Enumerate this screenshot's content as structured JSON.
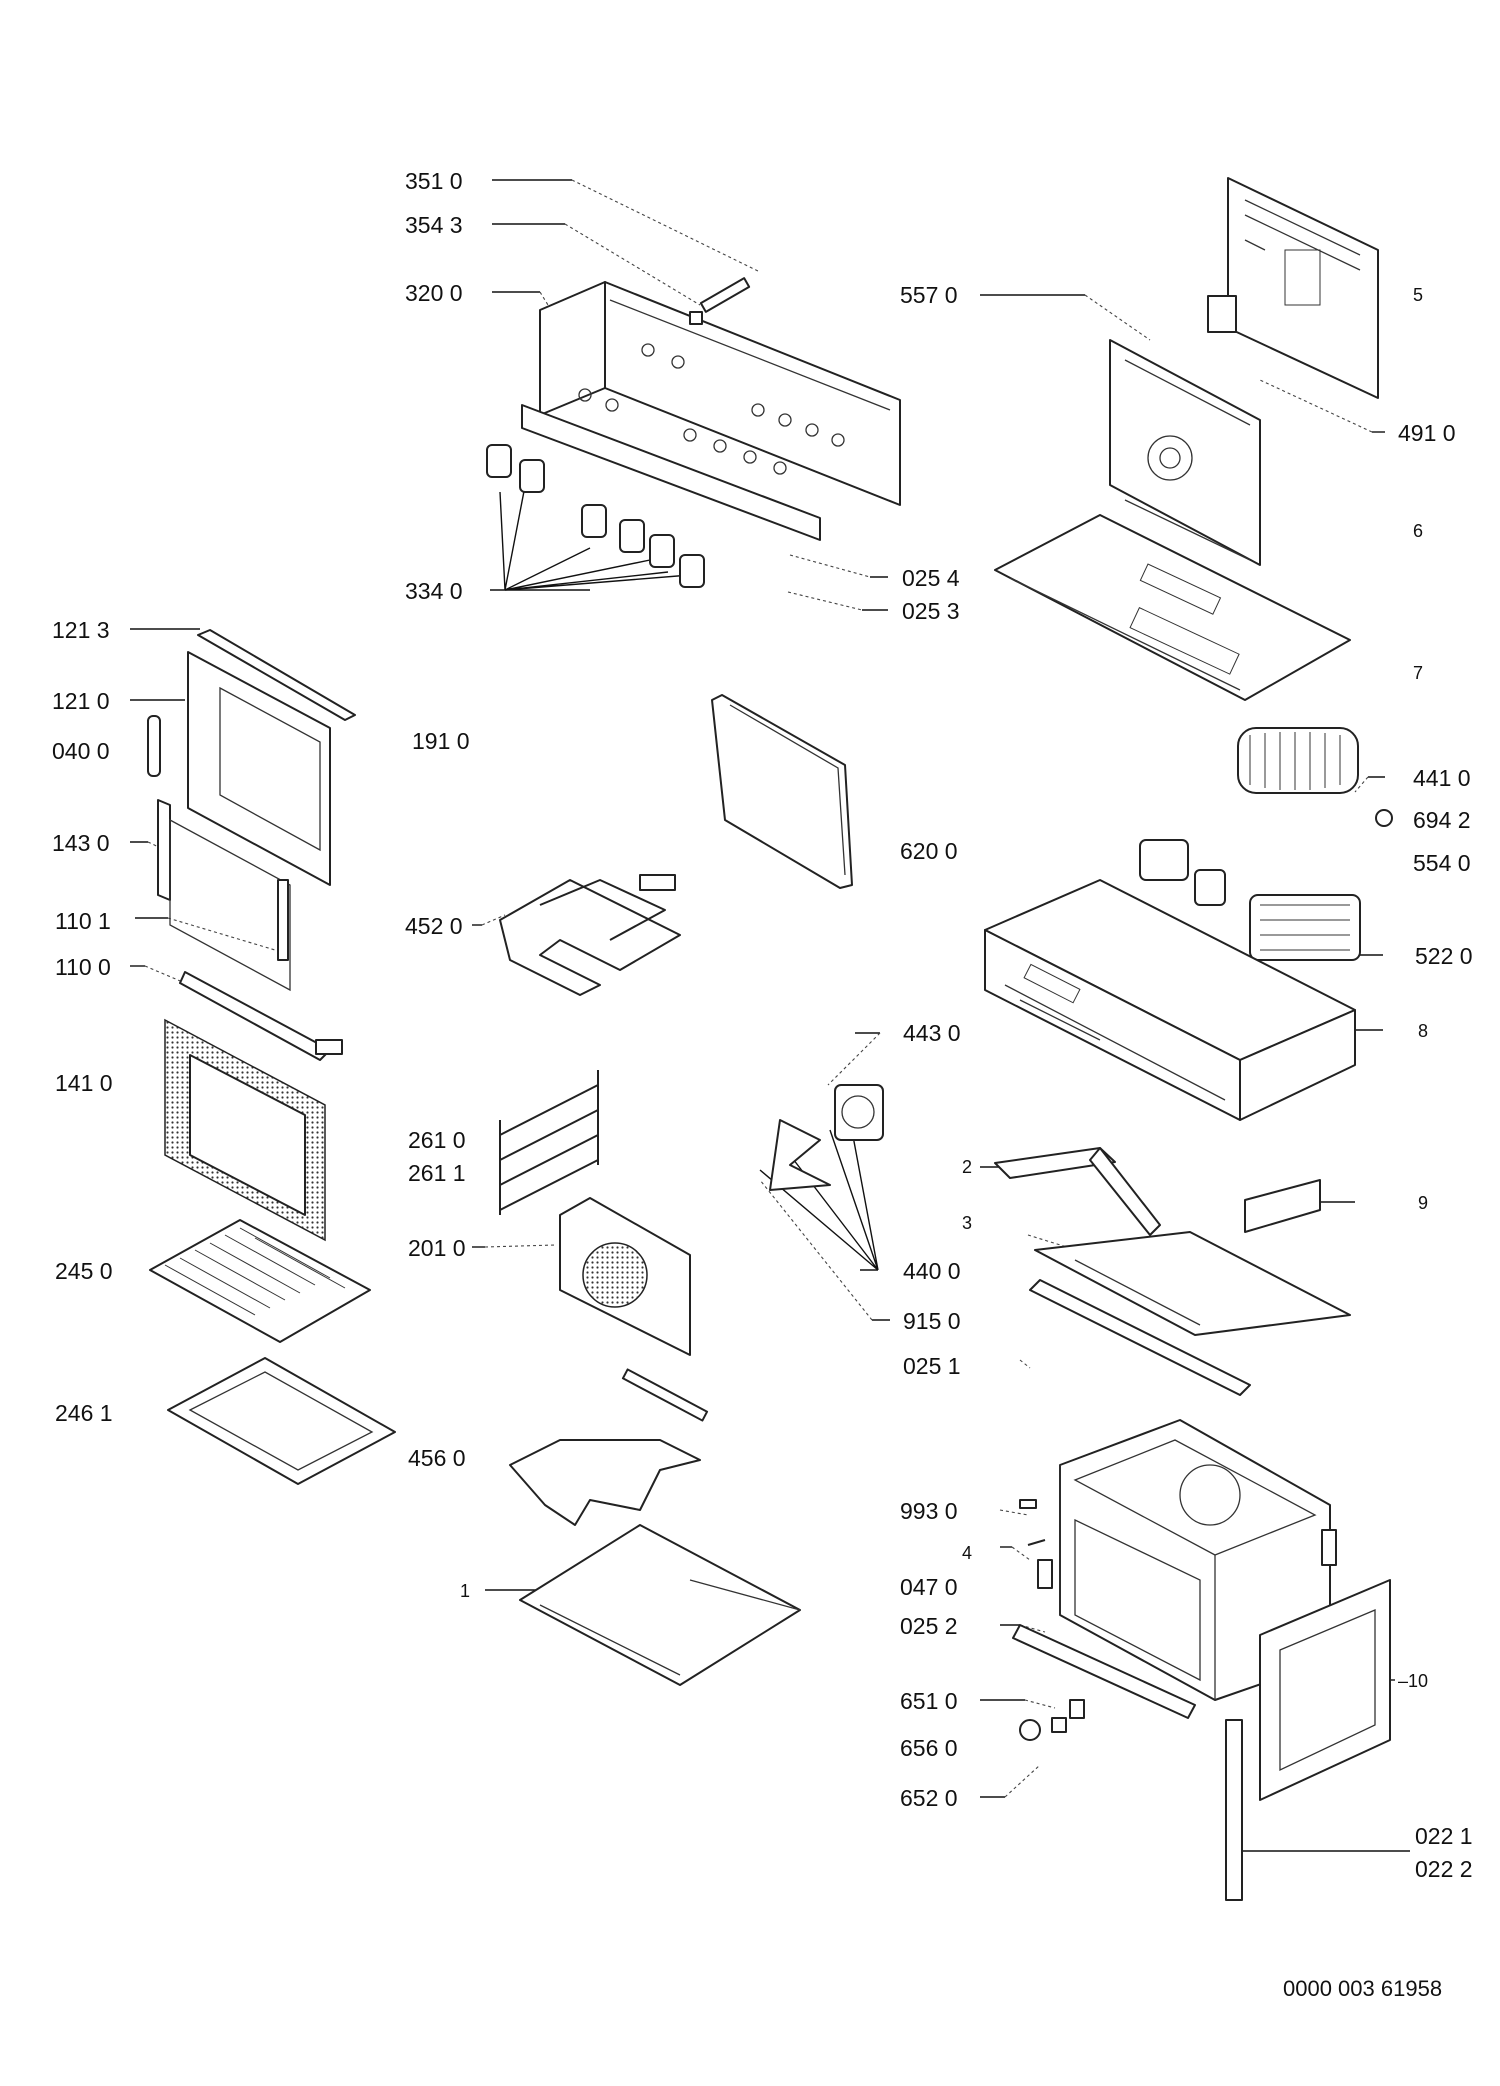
{
  "diagram": {
    "labels": {
      "p3510": "351 0",
      "p3543": "354 3",
      "p3200": "320 0",
      "p3340": "334 0",
      "p0254": "025 4",
      "p0253": "025 3",
      "p5570": "557 0",
      "p5": "5",
      "p4910": "491 0",
      "p6": "6",
      "p7": "7",
      "p1213": "121 3",
      "p1210": "121 0",
      "p0400": "040 0",
      "p1910": "191 0",
      "p1430": "143 0",
      "p6200": "620 0",
      "p4410": "441 0",
      "p6942": "694 2",
      "p5540": "554 0",
      "p1101": "110 1",
      "p4520": "452 0",
      "p5220": "522 0",
      "p1100": "110 0",
      "p4430": "443 0",
      "p8": "8",
      "p1410": "141 0",
      "p2610": "261 0",
      "p2611": "261 1",
      "p2": "2",
      "p3": "3",
      "p9": "9",
      "p2010": "201 0",
      "p4400": "440 0",
      "p2450": "245 0",
      "p9150": "915 0",
      "p0251": "025 1",
      "p2461": "246 1",
      "p4560": "456 0",
      "p9930": "993 0",
      "p4": "4",
      "p1": "1",
      "p0470": "047 0",
      "p0252": "025 2",
      "p10": "10",
      "p6510": "651 0",
      "p6560": "656 0",
      "p6520": "652 0",
      "p0221": "022 1",
      "p0222": "022 2"
    },
    "doc_number": "0000 003 61958"
  }
}
